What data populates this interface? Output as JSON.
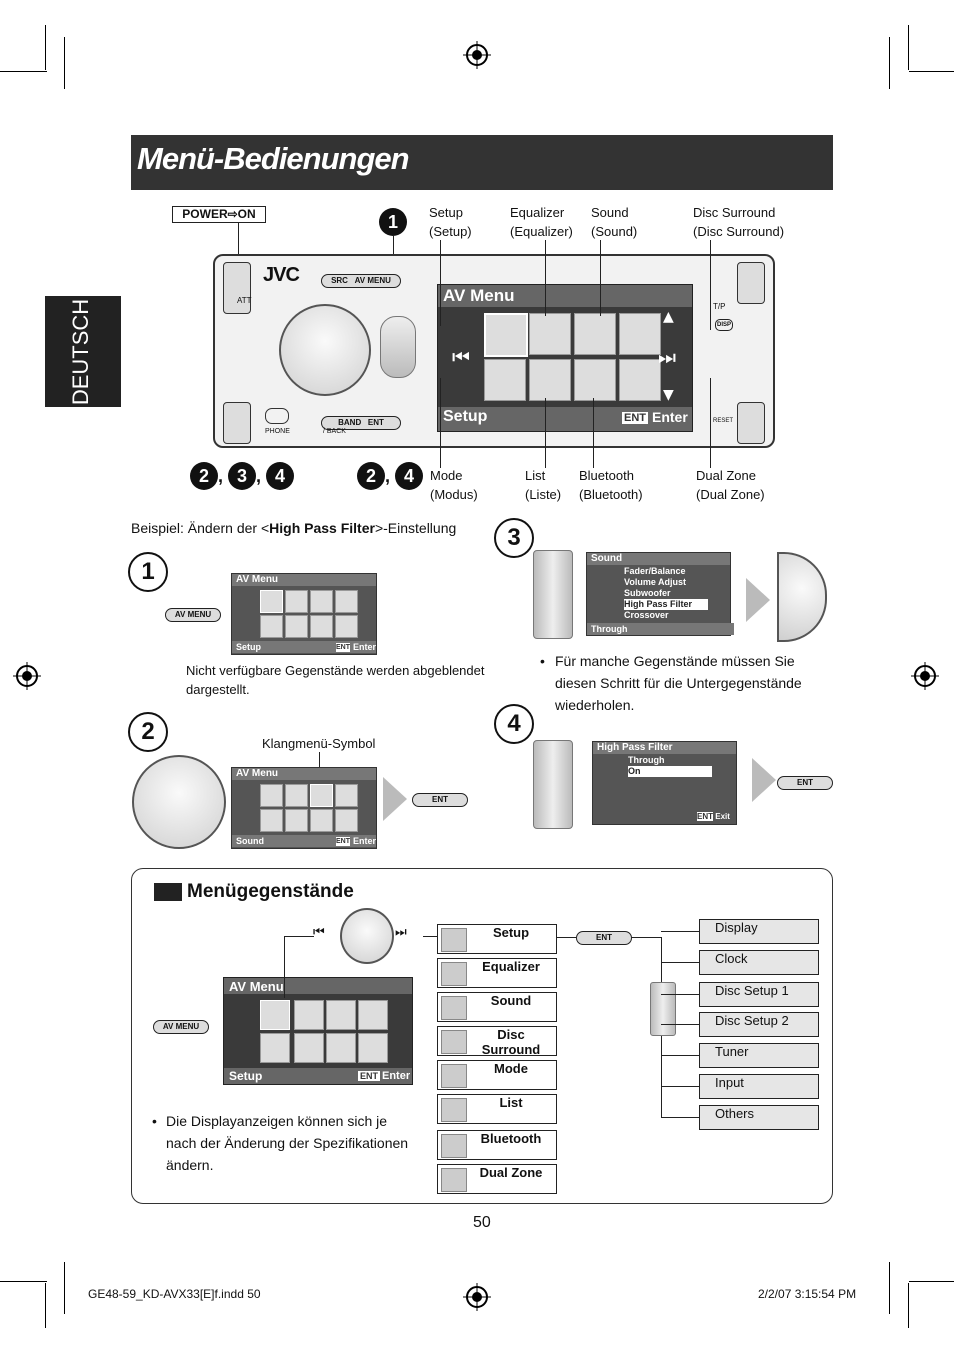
{
  "page": {
    "title": "Menü-Bedienungen",
    "language_tab": "DEUTSCH",
    "page_number": "50",
    "footer_left": "GE48-59_KD-AVX33[E]f.indd   50",
    "footer_right": "2/2/07   3:15:54 PM"
  },
  "device": {
    "power_label": "POWER⇨ON",
    "brand": "JVC",
    "src_label": "SRC",
    "avmenu_label": "AV MENU",
    "band_label": "BAND",
    "ent_label": "ENT",
    "back_label": "/ BACK",
    "phone_label": "PHONE",
    "att_label": "ATT",
    "tp_label": "T/P",
    "reset_label": "RESET",
    "dispc_label": "DISP",
    "screen_title": "AV Menu",
    "screen_footer_left": "Setup",
    "screen_footer_ent": "ENT",
    "screen_footer_right": "Enter",
    "step_badge": "1",
    "badges_left": [
      "2",
      "3",
      "4"
    ],
    "badges_right": [
      "2",
      "4"
    ]
  },
  "callouts_top": [
    {
      "line1": "Setup",
      "line2": "(Setup)"
    },
    {
      "line1": "Equalizer",
      "line2": "(Equalizer)"
    },
    {
      "line1": "Sound",
      "line2": "(Sound)"
    },
    {
      "line1": "Disc Surround",
      "line2": "(Disc Surround)"
    }
  ],
  "callouts_bottom": [
    {
      "line1": "Mode",
      "line2": "(Modus)"
    },
    {
      "line1": "List",
      "line2": "(Liste)"
    },
    {
      "line1": "Bluetooth",
      "line2": "(Bluetooth)"
    },
    {
      "line1": "Dual Zone",
      "line2": "(Dual Zone)"
    }
  ],
  "example": {
    "prefix": "Beispiel: Ändern der <",
    "bold": "High Pass Filter",
    "suffix": ">-Einstellung"
  },
  "step1": {
    "num": "1",
    "button": "AV MENU",
    "screen_title": "AV Menu",
    "footer_left": "Setup",
    "footer_ent": "ENT",
    "footer_right": "Enter",
    "note_line1": "Nicht verfügbare Gegenstände werden abgeblendet",
    "note_line2": "dargestellt."
  },
  "step2": {
    "num": "2",
    "caption": "Klangmenü-Symbol",
    "screen_title": "AV Menu",
    "footer_left": "Sound",
    "footer_ent": "ENT",
    "footer_right": "Enter",
    "button": "ENT"
  },
  "step3": {
    "num": "3",
    "screen_title": "Sound",
    "items": [
      "Fader/Balance",
      "Volume Adjust",
      "Subwoofer",
      "High Pass Filter",
      "Crossover"
    ],
    "selected": "High Pass Filter",
    "footer": "Through",
    "bullet_line1": "Für manche Gegenstände müssen Sie",
    "bullet_line2": "diesen Schritt für die Untergegenstände",
    "bullet_line3": "wiederholen."
  },
  "step4": {
    "num": "4",
    "screen_title": "High Pass Filter",
    "items": [
      "Through",
      "On"
    ],
    "selected": "On",
    "footer_ent": "ENT",
    "footer_right": "Exit",
    "button": "ENT"
  },
  "menu_items": {
    "heading": "Menügegenstände",
    "button": "AV MENU",
    "screen_title": "AV Menu",
    "footer_left": "Setup",
    "footer_ent": "ENT",
    "footer_right": "Enter",
    "ent_label": "ENT",
    "items": [
      "Setup",
      "Equalizer",
      "Sound",
      "Disc Surround",
      "Mode",
      "List",
      "Bluetooth",
      "Dual Zone"
    ],
    "setup_subitems": [
      "Display",
      "Clock",
      "Disc Setup 1",
      "Disc Setup 2",
      "Tuner",
      "Input",
      "Others"
    ],
    "note_line1": "Die Displayanzeigen können sich je",
    "note_line2": "nach der Änderung der Spezifikationen",
    "note_line3": "ändern."
  }
}
